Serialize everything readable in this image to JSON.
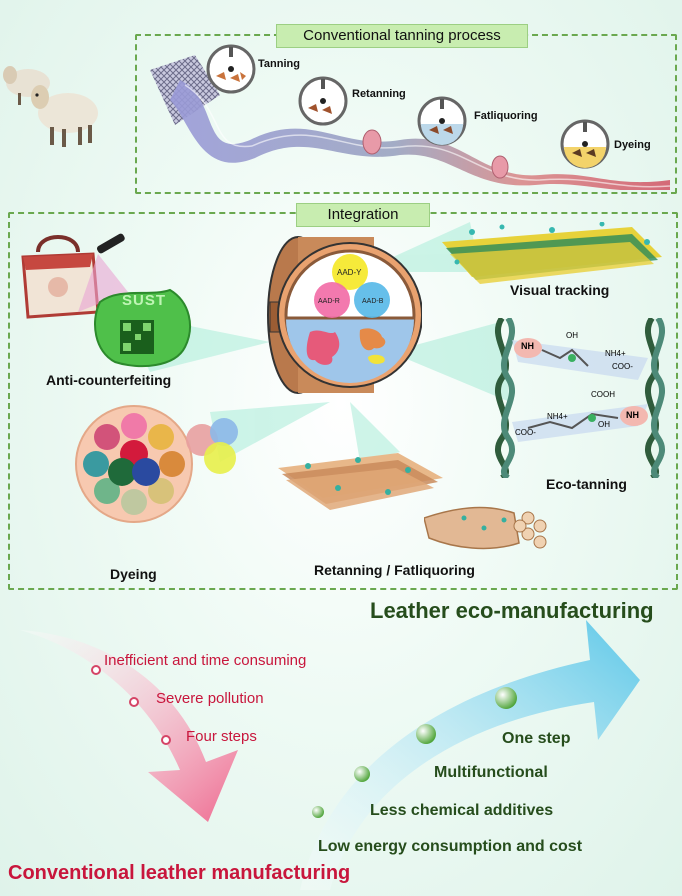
{
  "top": {
    "title": "Conventional tanning process",
    "steps": [
      "Tanning",
      "Retanning",
      "Fatliquoring",
      "Dyeing"
    ]
  },
  "integration": {
    "title": "Integration",
    "drum_labels": [
      "AAD-Y",
      "AAD-R",
      "AAD-B"
    ],
    "anti_counterfeiting": "Anti-counterfeiting",
    "tag_text": "SUST",
    "visual_tracking": "Visual tracking",
    "eco_tanning": "Eco-tanning",
    "dyeing": "Dyeing",
    "retanning_fatliquoring": "Retanning / Fatliquoring",
    "chem": {
      "nh1": "NH",
      "oh1": "OH",
      "nh4a": "NH4+",
      "coo1": "COO-",
      "cooh": "COOH",
      "nh4b": "NH4+",
      "nh2": "NH",
      "coo2": "COO-",
      "oh2": "OH"
    }
  },
  "bottom": {
    "conventional_points": [
      "Inefficient and time consuming",
      "Severe pollution",
      "Four steps"
    ],
    "conventional_title": "Conventional leather manufacturing",
    "eco_title": "Leather eco-manufacturing",
    "eco_points": [
      "One step",
      "Multifunctional",
      "Less chemical additives",
      "Low energy consumption and cost"
    ]
  }
}
